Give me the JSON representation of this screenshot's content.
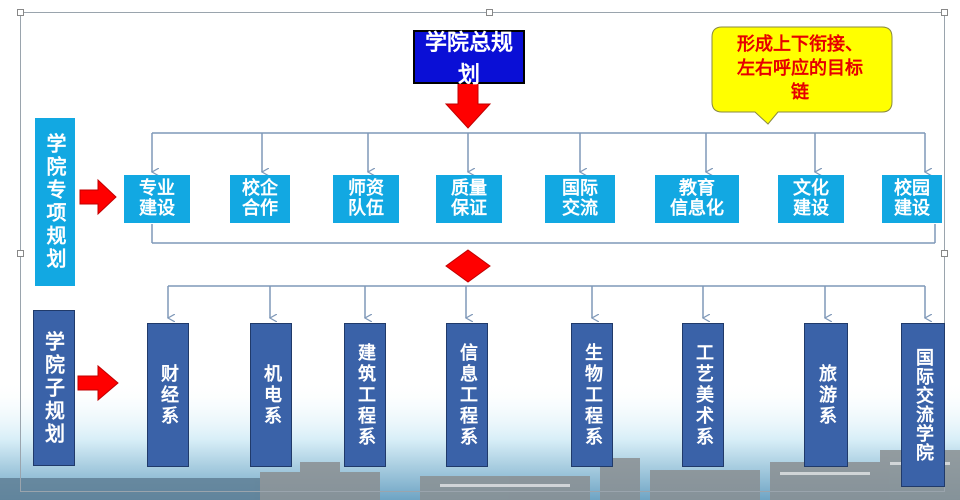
{
  "title": "学院总规划",
  "callout": {
    "lines": [
      "形成上下衔接、",
      "左右呼应的目标",
      "链"
    ]
  },
  "row1": {
    "side_label": "学院专项规划",
    "items": [
      [
        "专业",
        "建设"
      ],
      [
        "校企",
        "合作"
      ],
      [
        "师资",
        "队伍"
      ],
      [
        "质量",
        "保证"
      ],
      [
        "国际",
        "交流"
      ],
      [
        "教育",
        "信息化"
      ],
      [
        "文化",
        "建设"
      ],
      [
        "校园",
        "建设"
      ]
    ]
  },
  "row2": {
    "side_label": "学院子规划",
    "items": [
      "财经系",
      "机电系",
      "建筑工程系",
      "信息工程系",
      "生物工程系",
      "工艺美术系",
      "旅游系",
      "国际交流学院"
    ]
  },
  "colors": {
    "title_bg": "#0a0fd6",
    "row1_bg": "#12a8e2",
    "row2_bg": "#3a62a8",
    "arrow": "#ff0000",
    "callout_bg": "#ffff00",
    "callout_text": "#e60000"
  }
}
